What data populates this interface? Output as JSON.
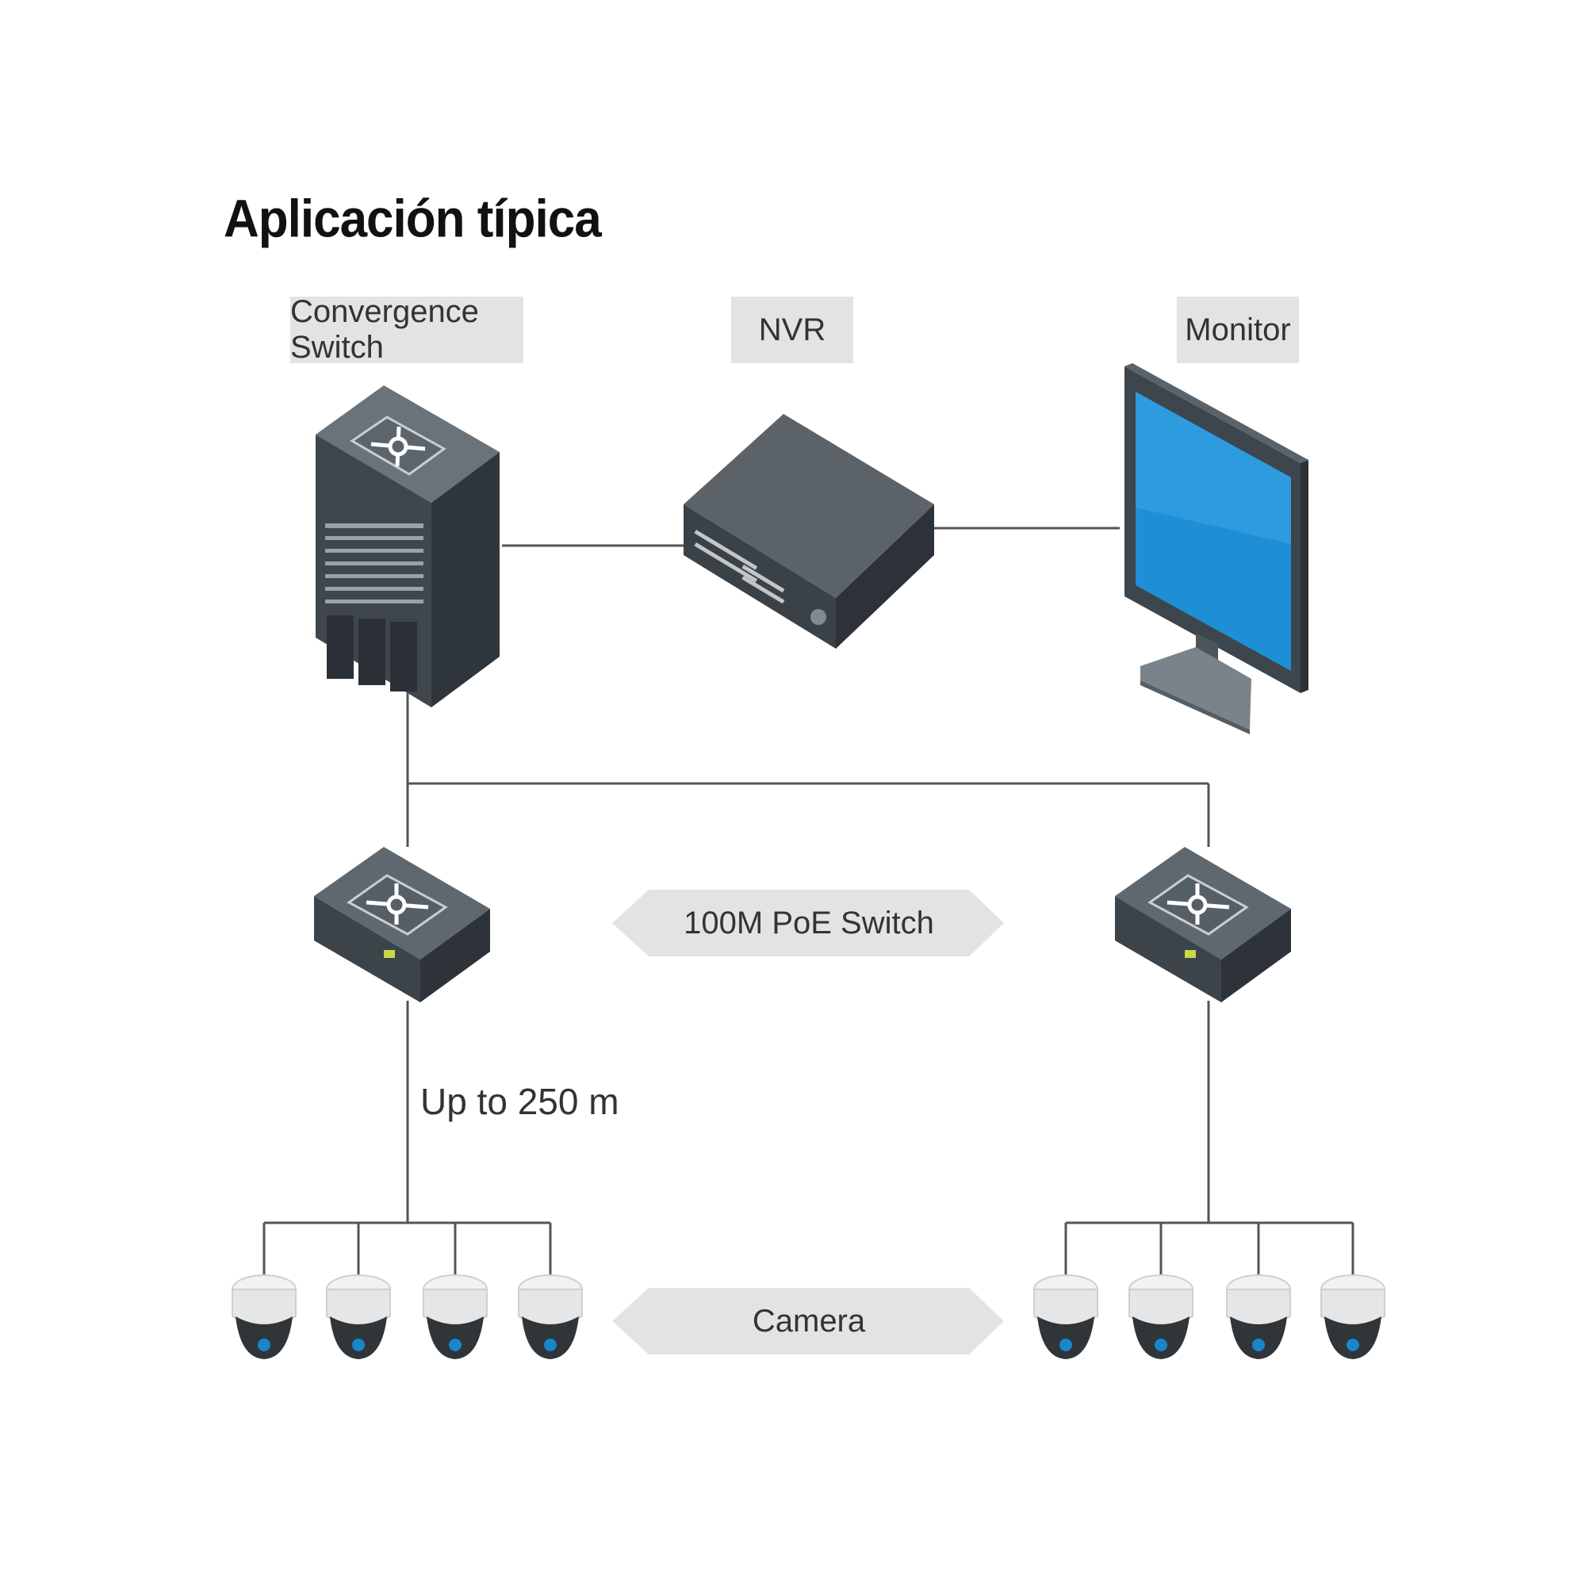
{
  "diagram": {
    "title": "Aplicación típica",
    "labels": {
      "convergence_switch": "Convergence Switch",
      "nvr": "NVR",
      "monitor": "Monitor",
      "poe_switch": "100M PoE Switch",
      "distance": "Up to 250 m",
      "camera": "Camera"
    },
    "colors": {
      "device_dark": "#3a4248",
      "device_mid": "#4b545b",
      "device_light": "#6a737a",
      "screen_blue": "#1e8fd6",
      "cable": "#555555",
      "label_bg": "#e3e3e3",
      "camera_lens": "#1a86c9"
    },
    "icons": [
      "server-rack-icon",
      "nvr-recorder-icon",
      "monitor-icon",
      "poe-switch-icon",
      "dome-camera-icon"
    ]
  }
}
